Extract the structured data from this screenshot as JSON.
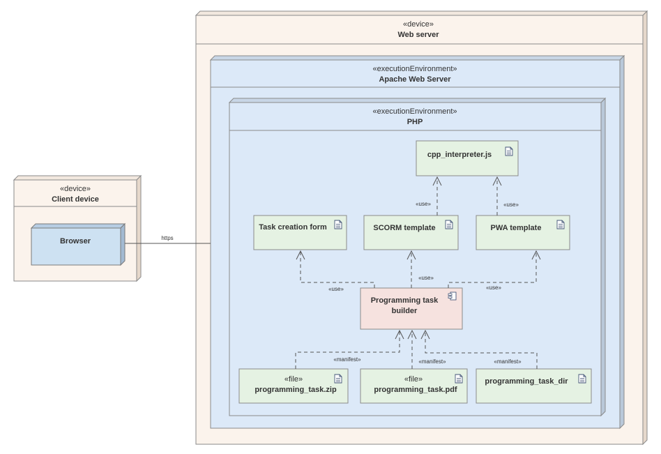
{
  "colors": {
    "device_fill": "#fbf3ec",
    "device_border": "#8a8a8a",
    "env_fill": "#dce9f8",
    "artifact_fill": "#e5f2e3",
    "component_fill": "#f6e2df",
    "browser_fill": "#cde1f2",
    "line": "#555555"
  },
  "web_server": {
    "stereotype": "«device»",
    "name": "Web server"
  },
  "apache": {
    "stereotype": "«executionEnvironment»",
    "name": "Apache Web Server"
  },
  "php": {
    "stereotype": "«executionEnvironment»",
    "name": "PHP"
  },
  "client": {
    "stereotype": "«device»",
    "name": "Client device"
  },
  "browser": {
    "name": "Browser"
  },
  "artifacts": {
    "cpp_interpreter": {
      "name": "cpp_interpreter.js",
      "icon": "document-icon"
    },
    "task_creation_form": {
      "name": "Task creation form",
      "icon": "document-icon"
    },
    "scorm_template": {
      "name": "SCORM template",
      "icon": "document-icon"
    },
    "pwa_template": {
      "name": "PWA template",
      "icon": "document-icon"
    },
    "zip": {
      "stereotype": "«file»",
      "name": "programming_task.zip",
      "icon": "document-icon"
    },
    "pdf": {
      "stereotype": "«file»",
      "name": "programming_task.pdf",
      "icon": "document-icon"
    },
    "dir": {
      "name": "programming_task_dir",
      "icon": "document-icon"
    }
  },
  "component": {
    "line1": "Programming task",
    "line2": "builder",
    "icon": "component-icon"
  },
  "connectors": {
    "https": "https",
    "use_scorm_cpp": "«use»",
    "use_pwa_cpp": "«use»",
    "use_builder_form": "«use»",
    "use_builder_scorm": "«use»",
    "use_builder_pwa": "«use»",
    "manifest_zip": "«manifest»",
    "manifest_pdf": "«manifest»",
    "manifest_dir": "«manifest»"
  }
}
